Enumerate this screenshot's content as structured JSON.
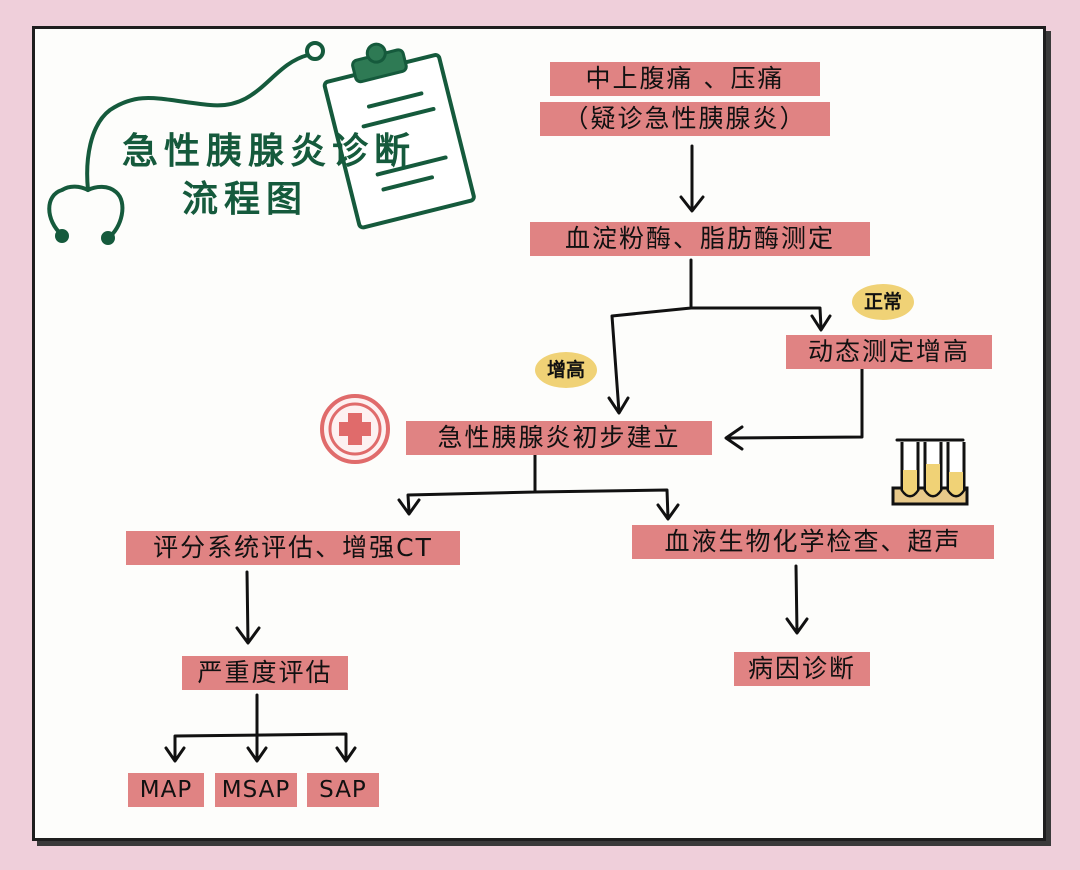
{
  "title": {
    "line1": "急性胰腺炎诊断",
    "line2": "流程图"
  },
  "nodes": {
    "symptom_line1": "中上腹痛 、压痛",
    "symptom_line2": "（疑诊急性胰腺炎）",
    "enzyme_test": "血淀粉酶、脂肪酶测定",
    "dynamic_test": "动态测定增高",
    "initial_diagnosis": "急性胰腺炎初步建立",
    "score_eval": "评分系统评估、增强CT",
    "blood_exam": "血液生物化学检查、超声",
    "severity_eval": "严重度评估",
    "etiology": "病因诊断",
    "map": "MAP",
    "msap": "MSAP",
    "sap": "SAP"
  },
  "labels": {
    "normal": "正常",
    "elevated": "增高"
  },
  "colors": {
    "background": "#efcfda",
    "box": "#e08383",
    "tag": "#f0d276",
    "title": "#155a3c",
    "icon_green": "#155a3c",
    "icon_red": "#e06b6b"
  },
  "icons": [
    "stethoscope-icon",
    "clipboard-icon",
    "medical-cross-icon",
    "test-tubes-icon"
  ]
}
